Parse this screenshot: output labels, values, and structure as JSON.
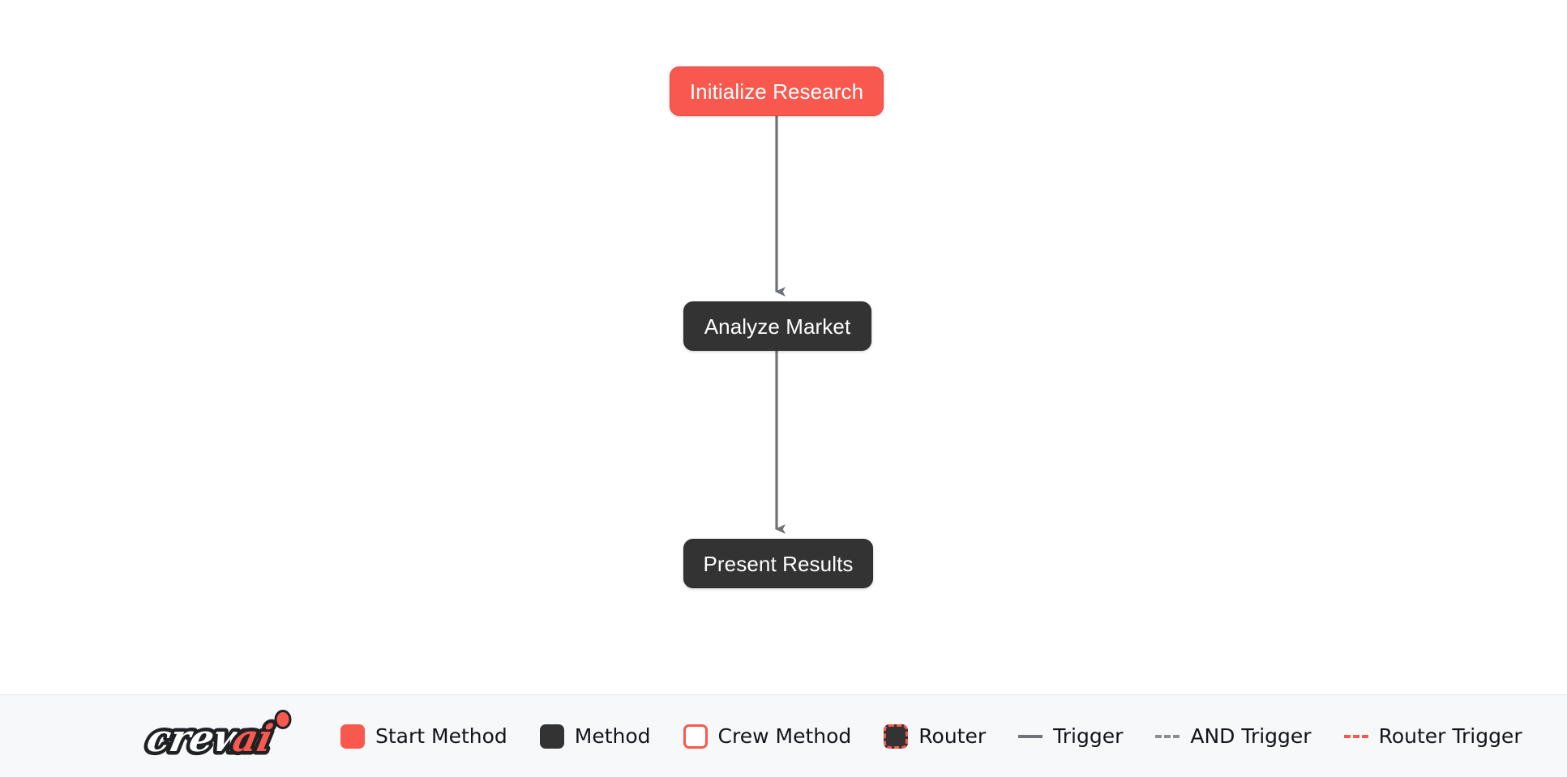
{
  "canvas": {
    "background_color": "#ffffff",
    "nodes": [
      {
        "id": "initialize-research",
        "label": "Initialize Research",
        "type": "start-method",
        "fill": "#f8584d",
        "text_color": "#ffffff"
      },
      {
        "id": "analyze-market",
        "label": "Analyze Market",
        "type": "method",
        "fill": "#333333",
        "text_color": "#ffffff"
      },
      {
        "id": "present-results",
        "label": "Present Results",
        "type": "method",
        "fill": "#333333",
        "text_color": "#ffffff"
      }
    ],
    "edges": [
      {
        "from": "initialize-research",
        "to": "analyze-market",
        "style": "trigger",
        "color": "#6f7276"
      },
      {
        "from": "analyze-market",
        "to": "present-results",
        "style": "trigger",
        "color": "#6f7276"
      }
    ]
  },
  "legend": {
    "background_color": "#f7f8fa",
    "logo": {
      "name": "crewai-logo",
      "text_primary": "crew",
      "text_accent": "ai",
      "accent_color": "#f8584d",
      "outline_color": "#1f2124"
    },
    "items": [
      {
        "icon": "start-method-swatch",
        "label": "Start Method",
        "color": "#f8584d"
      },
      {
        "icon": "method-swatch",
        "label": "Method",
        "color": "#333333"
      },
      {
        "icon": "crew-method-swatch",
        "label": "Crew Method",
        "color": "#ffffff",
        "border_color": "#f8584d"
      },
      {
        "icon": "router-swatch",
        "label": "Router",
        "color": "#333333",
        "border_color": "#f8584d"
      },
      {
        "icon": "trigger-line-swatch",
        "label": "Trigger",
        "color": "#6f7276"
      },
      {
        "icon": "and-trigger-line-swatch",
        "label": "AND Trigger",
        "color": "#8a8d91"
      },
      {
        "icon": "router-trigger-line-swatch",
        "label": "Router Trigger",
        "color": "#f8584d"
      }
    ]
  }
}
